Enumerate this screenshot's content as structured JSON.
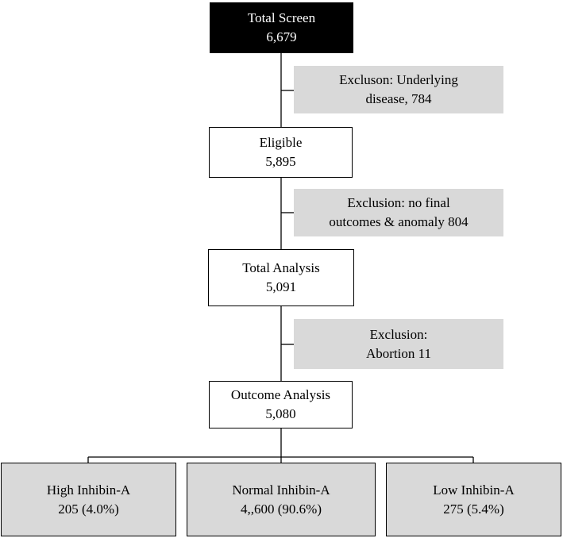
{
  "flow": {
    "total_screen": {
      "label": "Total Screen",
      "count": "6,679"
    },
    "exclusion_1": {
      "line1": "Excluson: Underlying",
      "line2": "disease, 784"
    },
    "eligible": {
      "label": "Eligible",
      "count": "5,895"
    },
    "exclusion_2": {
      "line1": "Exclusion: no final",
      "line2": "outcomes & anomaly 804"
    },
    "total_analysis": {
      "label": "Total Analysis",
      "count": "5,091"
    },
    "exclusion_3": {
      "line1": "Exclusion:",
      "line2": "Abortion 11"
    },
    "outcome_analysis": {
      "label": "Outcome Analysis",
      "count": "5,080"
    },
    "groups": [
      {
        "label": "High Inhibin-A",
        "count": "205 (4.0%)"
      },
      {
        "label": "Normal Inhibin-A",
        "count": "4,,600 (90.6%)"
      },
      {
        "label": "Low Inhibin-A",
        "count": "275 (5.4%)"
      }
    ]
  },
  "colors": {
    "dark_box": "#000000",
    "exclusion_fill": "#d9d9d9",
    "group_fill": "#d9d9d9",
    "line": "#000000"
  }
}
